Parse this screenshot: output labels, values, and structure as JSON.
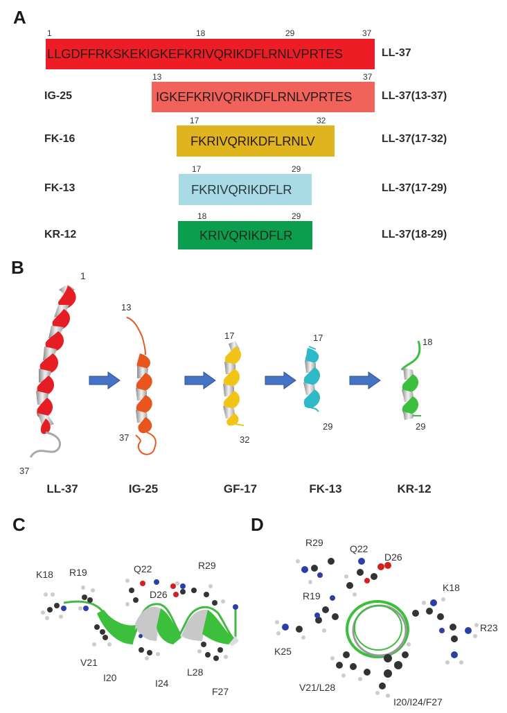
{
  "panels": {
    "A": {
      "letter": "A",
      "rows": [
        {
          "id": "ll37",
          "sequence": "LLGDFFRKSKEKIGKEFKRIVQRIKDFLRNLVPRTES",
          "left_name": "",
          "right_name": "LL-37",
          "start": "1",
          "marks": [
            "1",
            "18",
            "29",
            "37"
          ],
          "color": "#ee1c24"
        },
        {
          "id": "ig25",
          "sequence": "IGKEFKRIVQRIKDFLRNLVPRTES",
          "left_name": "IG-25",
          "right_name": "LL-37(13-37)",
          "start": "13",
          "marks": [
            "13",
            "37"
          ],
          "color": "#f0625a"
        },
        {
          "id": "fk16",
          "sequence": "FKRIVQRIKDFLRNLV",
          "left_name": "FK-16",
          "right_name": "LL-37(17-32)",
          "start": "17",
          "marks": [
            "17",
            "32"
          ],
          "color": "#dfb41c"
        },
        {
          "id": "fk13",
          "sequence": "FKRIVQRIKDFLR",
          "left_name": "FK-13",
          "right_name": "LL-37(17-29)",
          "start": "17",
          "marks": [
            "17",
            "29"
          ],
          "color": "#a9dbe6"
        },
        {
          "id": "kr12",
          "sequence": "KRIVQRIKDFLR",
          "left_name": "KR-12",
          "right_name": "LL-37(18-29)",
          "start": "18",
          "marks": [
            "18",
            "29"
          ],
          "color": "#0a9e4e"
        }
      ]
    },
    "B": {
      "letter": "B",
      "structures": [
        {
          "name": "LL-37",
          "start_label": "1",
          "end_label": "37",
          "color": "#e51d25"
        },
        {
          "name": "IG-25",
          "start_label": "13",
          "end_label": "37",
          "color": "#e8561e"
        },
        {
          "name": "GF-17",
          "start_label": "17",
          "end_label": "32",
          "color": "#f0c419"
        },
        {
          "name": "FK-13",
          "start_label": "17",
          "end_label": "29",
          "color": "#2fb8c6"
        },
        {
          "name": "KR-12",
          "start_label": "18",
          "end_label": "29",
          "color": "#3cbf3c"
        }
      ],
      "arrow_color": "#4472c4"
    },
    "C": {
      "letter": "C",
      "residues": [
        "K18",
        "R19",
        "Q22",
        "R29",
        "D26",
        "V21",
        "I20",
        "I24",
        "L28",
        "F27"
      ]
    },
    "D": {
      "letter": "D",
      "residues": [
        "R29",
        "Q22",
        "D26",
        "K18",
        "R19",
        "R23",
        "K25",
        "V21/L28",
        "I20/I24/F27"
      ]
    }
  }
}
